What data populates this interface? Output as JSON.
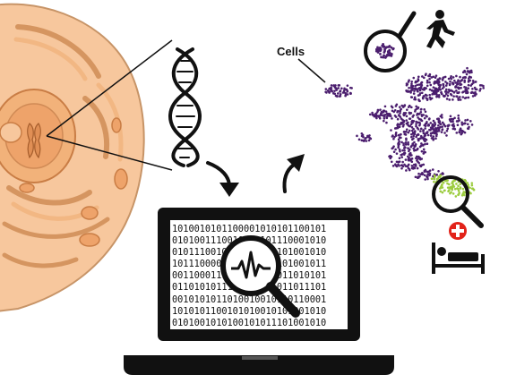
{
  "labels": {
    "cells": "Cells"
  },
  "screen": {
    "binary_lines": [
      "1010010101100001010101100101",
      "0101001110010010101110001010",
      "0101110010110101010101001010",
      "1011100001010110010101001011",
      "0011000111001011001011010101",
      "0110101011100010111011011101",
      "0010101011010010010110110001",
      "1010101100101010010101001010",
      "0101001010100101011101001010"
    ]
  },
  "icons": [
    "cell-diagram-icon",
    "chromosome-icon",
    "dna-helix-icon",
    "arrow-down-icon",
    "arrow-up-icon",
    "laptop-icon",
    "magnifier-signal-icon",
    "magnifier-cluster-icon",
    "running-person-icon",
    "magnifier-green-cells-icon",
    "medical-cross-icon",
    "hospital-bed-icon"
  ],
  "colors": {
    "cell_fill": "#f7c79d",
    "cell_outline": "#c79467",
    "organelle": "#f2b783",
    "nucleus": "#eea36a",
    "cluster_purple": "#4b1e6e",
    "cluster_green": "#9ccc3f",
    "medical_red": "#e2231a",
    "ink": "#111111"
  }
}
